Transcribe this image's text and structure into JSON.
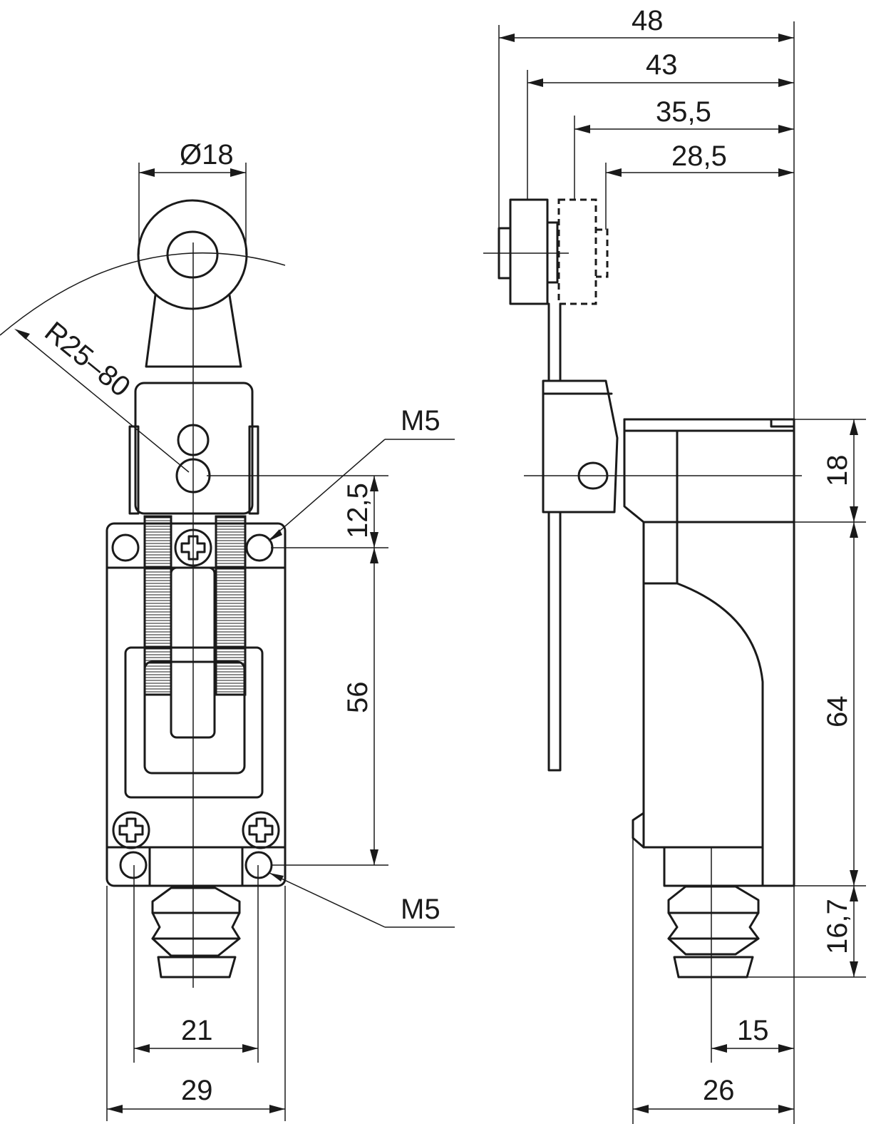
{
  "front_view": {
    "dims": {
      "roller_diameter": "Ø18",
      "radius": "R25–80",
      "thread_top": "M5",
      "thread_bottom": "M5",
      "height_upper": "12,5",
      "height_main": "56",
      "width_inner": "21",
      "width_outer": "29"
    }
  },
  "side_view": {
    "dims": {
      "d48": "48",
      "d43": "43",
      "d35_5": "35,5",
      "d28_5": "28,5",
      "h18": "18",
      "h64": "64",
      "h16_7": "16,7",
      "w15": "15",
      "w26": "26"
    }
  }
}
